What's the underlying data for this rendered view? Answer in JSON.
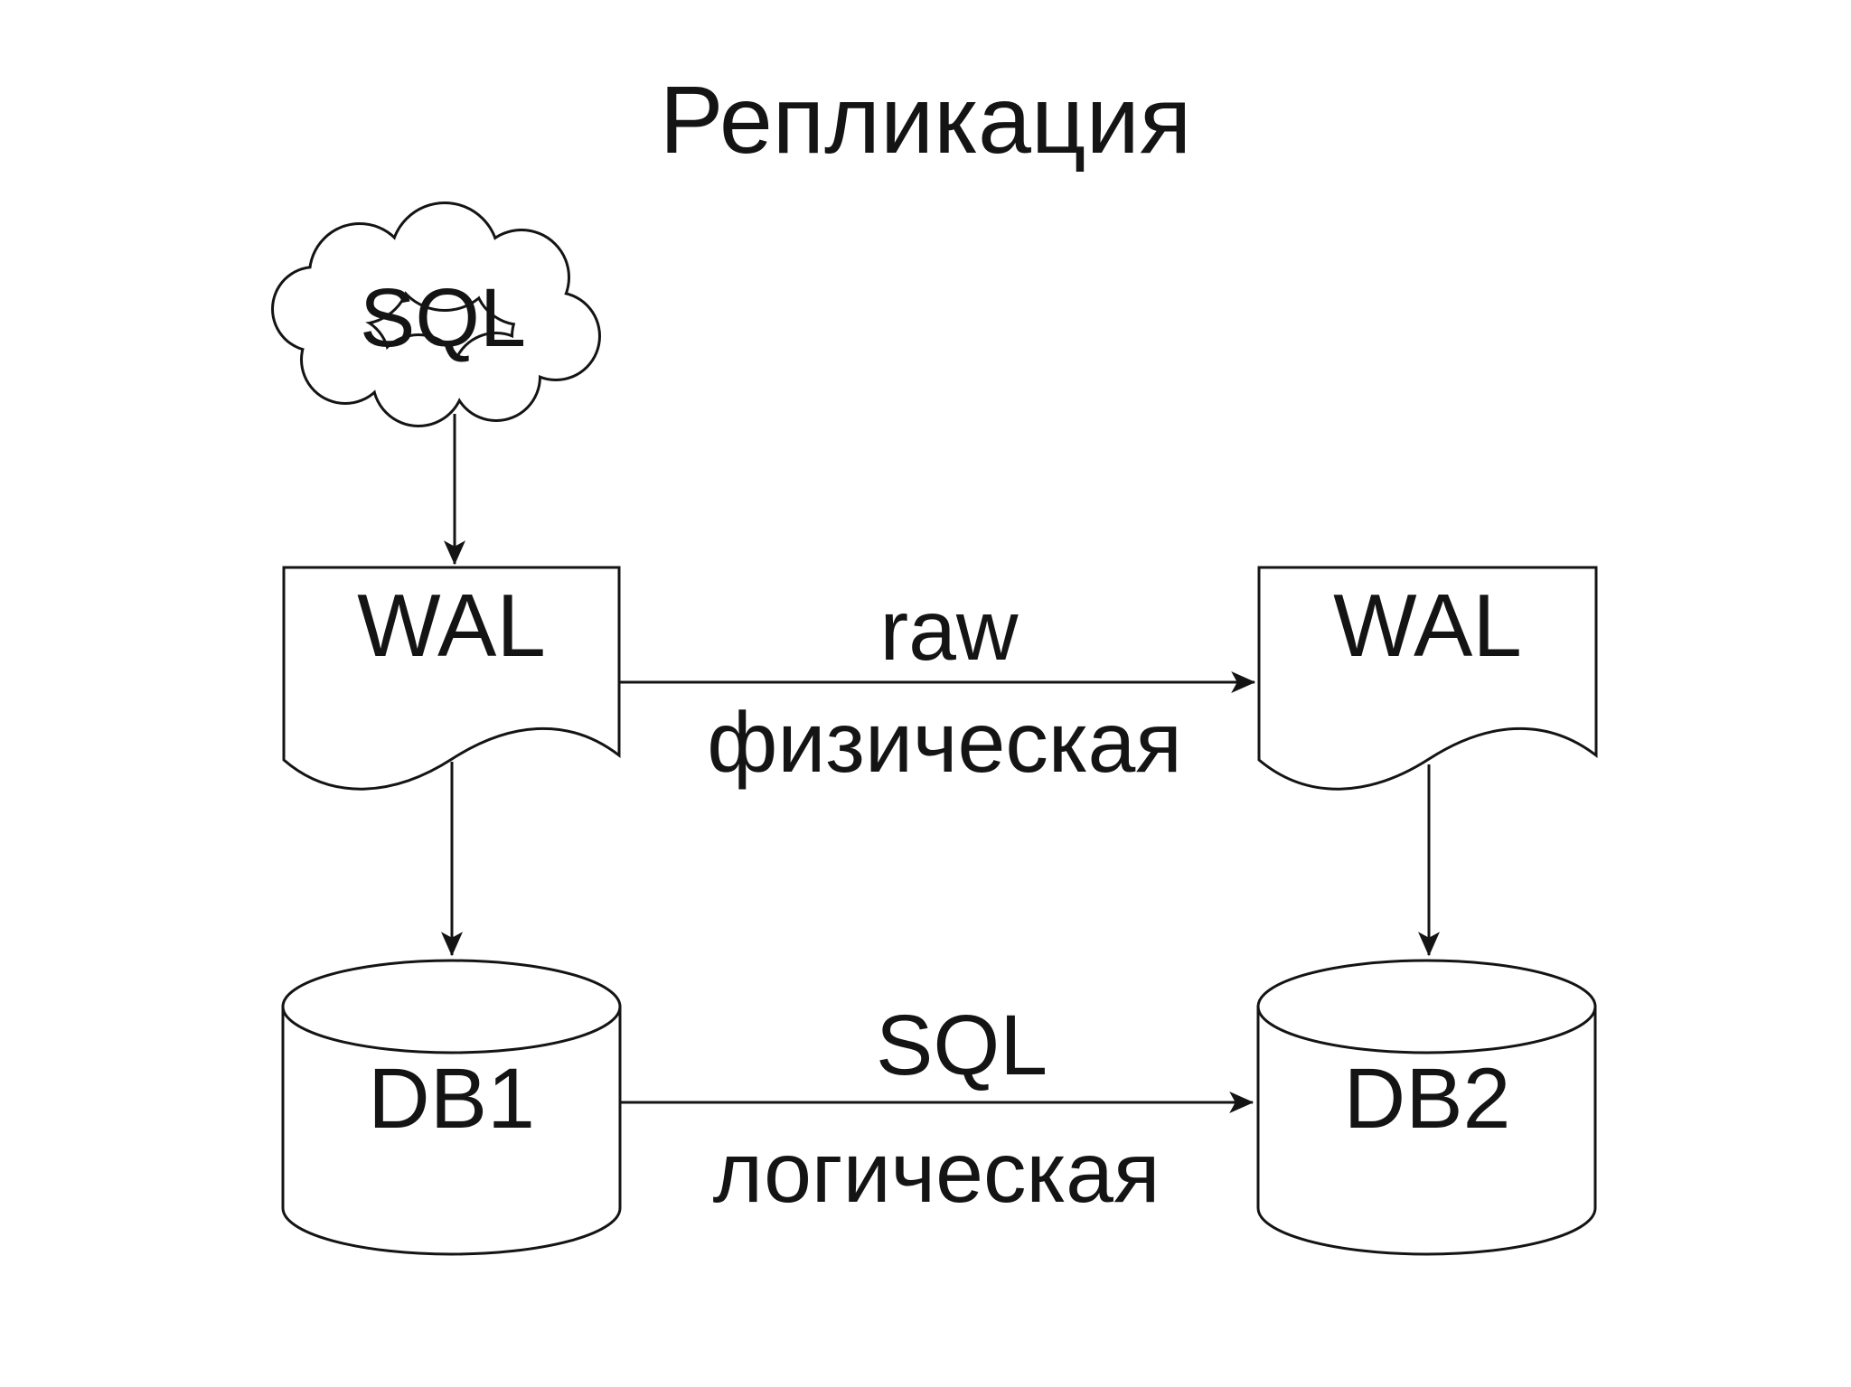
{
  "title": "Репликация",
  "colors": {
    "ink": "#141414",
    "background": "#ffffff"
  },
  "nodes": {
    "sql_source": {
      "label": "SQL",
      "shape": "cloud"
    },
    "wal_primary": {
      "label": "WAL",
      "shape": "document"
    },
    "wal_replica": {
      "label": "WAL",
      "shape": "document"
    },
    "db_primary": {
      "label": "DB1",
      "shape": "cylinder"
    },
    "db_replica": {
      "label": "DB2",
      "shape": "cylinder"
    }
  },
  "edges": {
    "wal_to_wal": {
      "label_top": "raw",
      "label_bottom": "физическая"
    },
    "db1_to_db2": {
      "label_top": "SQL",
      "label_bottom": "логическая"
    }
  }
}
